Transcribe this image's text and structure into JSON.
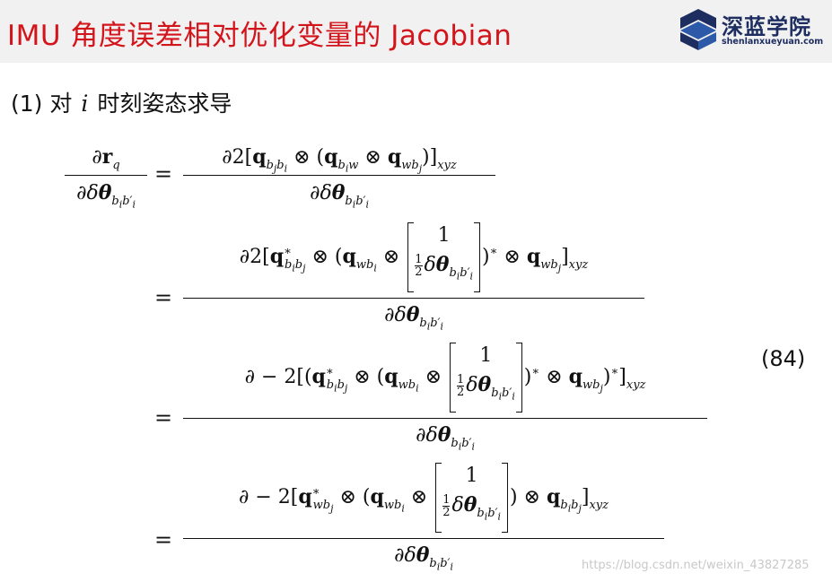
{
  "header": {
    "title": "IMU 角度误差相对优化变量的 Jacobian",
    "title_color": "#d4141b",
    "background": "#f1f1f1",
    "logo": {
      "icon": "shenlan-logo-icon",
      "name": "深蓝学院",
      "url": "shenlanxueyuan.com",
      "color": "#1d2d60"
    }
  },
  "section": {
    "label_prefix": "(1) 对",
    "variable": "i",
    "label_suffix": "时刻姿态求导"
  },
  "equation": {
    "number": "(84)",
    "lhs": {
      "numerator": "∂r_q",
      "denominator": "∂δθ_{b_i b_i'}"
    },
    "steps": [
      {
        "numerator": "∂2[q_{b_j b_i} ⊗ (q_{b_i w} ⊗ q_{w b_j})]_{xyz}",
        "denominator": "∂δθ_{b_i b_i'}"
      },
      {
        "numerator": "∂2[q*_{b_i b_j} ⊗ (q_{w b_i} ⊗ [1; ½δθ_{b_i b_i'}])* ⊗ q_{w b_j}]_{xyz}",
        "denominator": "∂δθ_{b_i b_i'}"
      },
      {
        "numerator": "∂ − 2[(q*_{b_i b_j} ⊗ (q_{w b_i} ⊗ [1; ½δθ_{b_i b_i'}])* ⊗ q_{w b_j})*]_{xyz}",
        "denominator": "∂δθ_{b_i b_i'}"
      },
      {
        "numerator": "∂ − 2[q*_{w b_j} ⊗ (q_{w b_i} ⊗ [1; ½δθ_{b_i b_i'}]) ⊗ q_{b_i b_j}]_{xyz}",
        "denominator": "∂δθ_{b_i b_i'}"
      }
    ],
    "glyphs": {
      "partial": "∂",
      "delta": "δ",
      "theta": "θ",
      "otimes": "⊗",
      "equals": "=",
      "minus2": "− 2",
      "two": "2",
      "one": "1",
      "half_num": "1",
      "half_den": "2",
      "star": "*",
      "xyz": "xyz",
      "q": "q",
      "r": "r",
      "sub_q": "q",
      "sub_bjbi": "b",
      "lb": "[",
      "rb": "]",
      "lp": "(",
      "rp": ")"
    }
  },
  "watermark": "https://blog.csdn.net/weixin_43827285"
}
